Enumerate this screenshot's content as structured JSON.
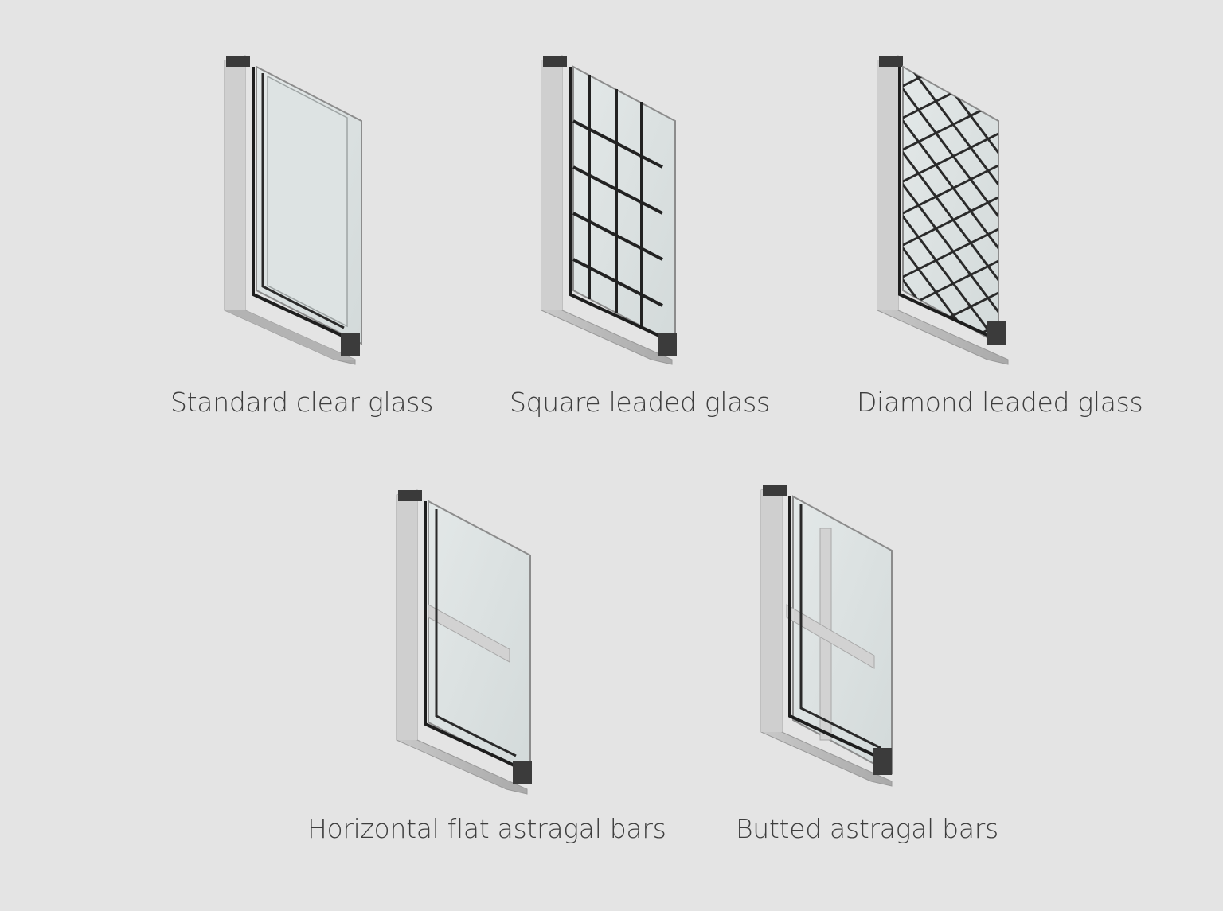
{
  "diagram": {
    "background_color": "#e4e4e4",
    "caption_color": "#3d3d3d",
    "items": [
      {
        "label": "Standard clear glass",
        "glazing_pattern": "none"
      },
      {
        "label": "Square leaded glass",
        "glazing_pattern": "square-grid"
      },
      {
        "label": "Diamond leaded glass",
        "glazing_pattern": "diamond-lattice"
      },
      {
        "label": "Horizontal flat astragal bars",
        "glazing_pattern": "horizontal-bar"
      },
      {
        "label": "Butted astragal bars",
        "glazing_pattern": "cross-bars"
      }
    ]
  }
}
